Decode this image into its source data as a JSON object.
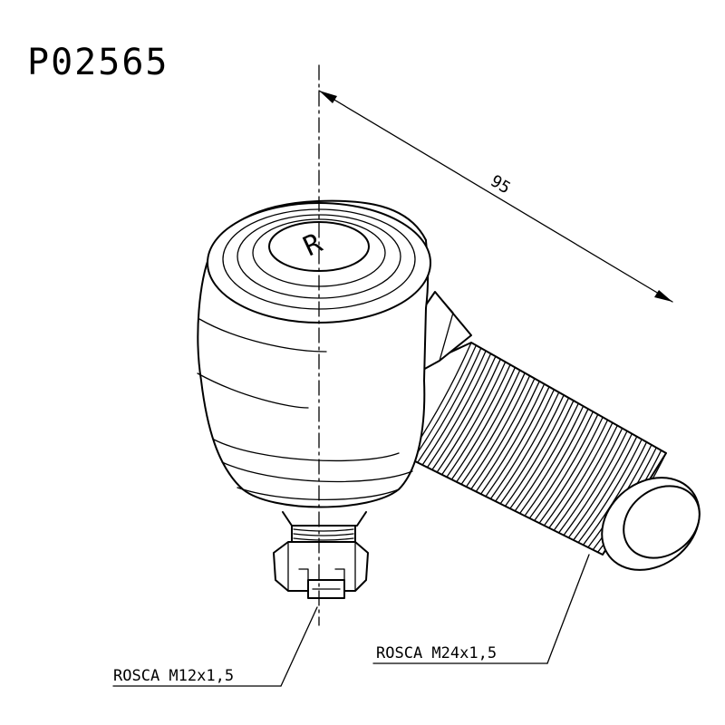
{
  "drawing": {
    "part_number": "P02565",
    "logo_letter": "R",
    "dimension_value": "95",
    "labels": {
      "small_thread": "ROSCA M12x1,5",
      "large_thread": "ROSCA M24x1,5"
    }
  }
}
